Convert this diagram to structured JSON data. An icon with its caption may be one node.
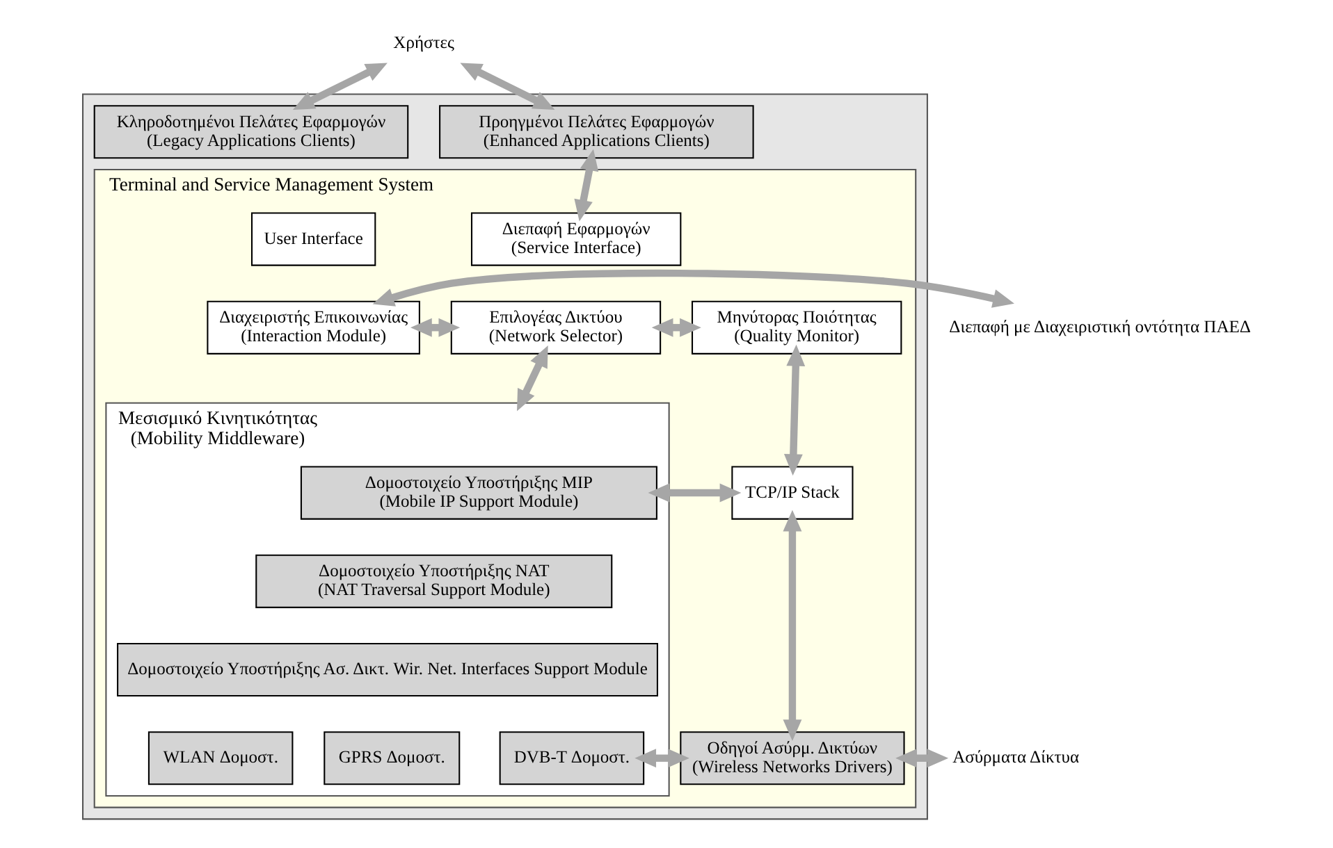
{
  "diagram": {
    "nodes": [
      {
        "text": [],
        "shape": "box"
      },
      {
        "text": [
          "Προηγμένοι Πελάτες Εφαρμογών (Enhanced Applications Clients)"
        ],
        "in": 0
      },
      {
        "text": [
          "Κληροδοτημένοι Πελάτες Εφαρμογών (Legacy Applications Clients)"
        ],
        "in": 0
      },
      {
        "text": [
          "Terminal and Service Management System"
        ],
        "in": 0
      },
      {
        "text": [
          "User Interface"
        ],
        "in": 3
      },
      {
        "text": [
          "Διεπαφή Εφαρμογών (Service Interface)"
        ],
        "in": 3
      },
      {
        "text": [
          "Διαχειριστής Επικοινωνίας (Interaction Module)"
        ],
        "in": 3
      },
      {
        "text": [
          "Επιλογέας Δικτύου (Network Selector)"
        ],
        "in": 3
      },
      {
        "text": [
          "Μηνύτορας Ποιότητας (Quality Monitor)"
        ],
        "in": 3
      },
      {
        "text": [
          "Μεσισμικό Κινητικότητας (Mobility Middleware)"
        ],
        "in": 3
      },
      {
        "text": [
          "Δομοστοιχείο Υποστήριξης MIP (Mobile IP Support Module)"
        ],
        "in": 9
      },
      {
        "text": [
          "Δομοστοιχείο Υποστήριξης NAT (NAT Traversal Support Module)"
        ],
        "in": 9
      },
      {
        "text": [
          "Δομοστοιχείο Υποστήριξης Ασ. Δικτ. Wir. Net. Interfaces Support Module"
        ],
        "in": 9
      },
      {
        "text": [
          "WLAN Δομοστ."
        ],
        "in": 9
      },
      {
        "text": [
          "GPRS Δομοστ."
        ],
        "in": 9
      },
      {
        "text": [
          "DVB-T Δομοστ."
        ],
        "in": 9
      },
      {
        "text": [
          "TCP/IP Stack"
        ],
        "in": 3
      },
      {
        "text": [
          "Οδηγοί Ασύρμ. Δικτύων (Wireless Networks Drivers)"
        ],
        "in": 3
      },
      {
        "text": [
          "Χρήστες"
        ]
      },
      {
        "text": [
          "Διεπαφή με Διαχειριστική οντότητα ΠΑΕΔ"
        ]
      },
      {
        "text": [
          "Ασύρματα Δίκτυα"
        ]
      }
    ],
    "edges": [
      {
        "from": 18,
        "to": 1,
        "arrow": "both"
      },
      {
        "from": 18,
        "to": 2,
        "arrow": "both"
      },
      {
        "from": 1,
        "to": 5,
        "arrow": "both"
      },
      {
        "from": 19,
        "to": 6,
        "arrow": "both"
      },
      {
        "from": 6,
        "to": 7,
        "arrow": "both"
      },
      {
        "from": 7,
        "to": 8,
        "arrow": "both"
      },
      {
        "from": 7,
        "to": 9,
        "arrow": "both"
      },
      {
        "from": 8,
        "to": 16,
        "arrow": "both"
      },
      {
        "from": 10,
        "to": 16,
        "arrow": "both"
      },
      {
        "from": 16,
        "to": 17,
        "arrow": "both"
      },
      {
        "from": 15,
        "to": 17,
        "arrow": "both"
      },
      {
        "from": 17,
        "to": 20,
        "arrow": "both"
      }
    ]
  }
}
